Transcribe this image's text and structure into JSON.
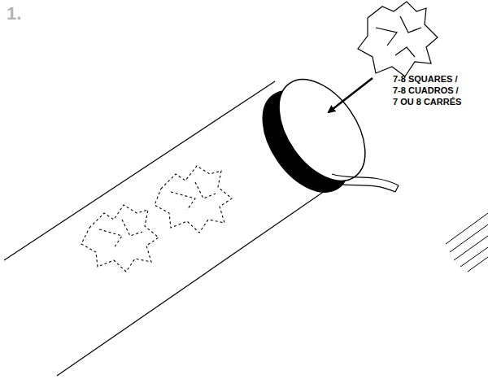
{
  "diagram": {
    "labels": [
      "1.",
      "7-8 SQUARES /",
      "7-8 CUADROS /",
      "7 OU 8 CARRÉS"
    ]
  }
}
